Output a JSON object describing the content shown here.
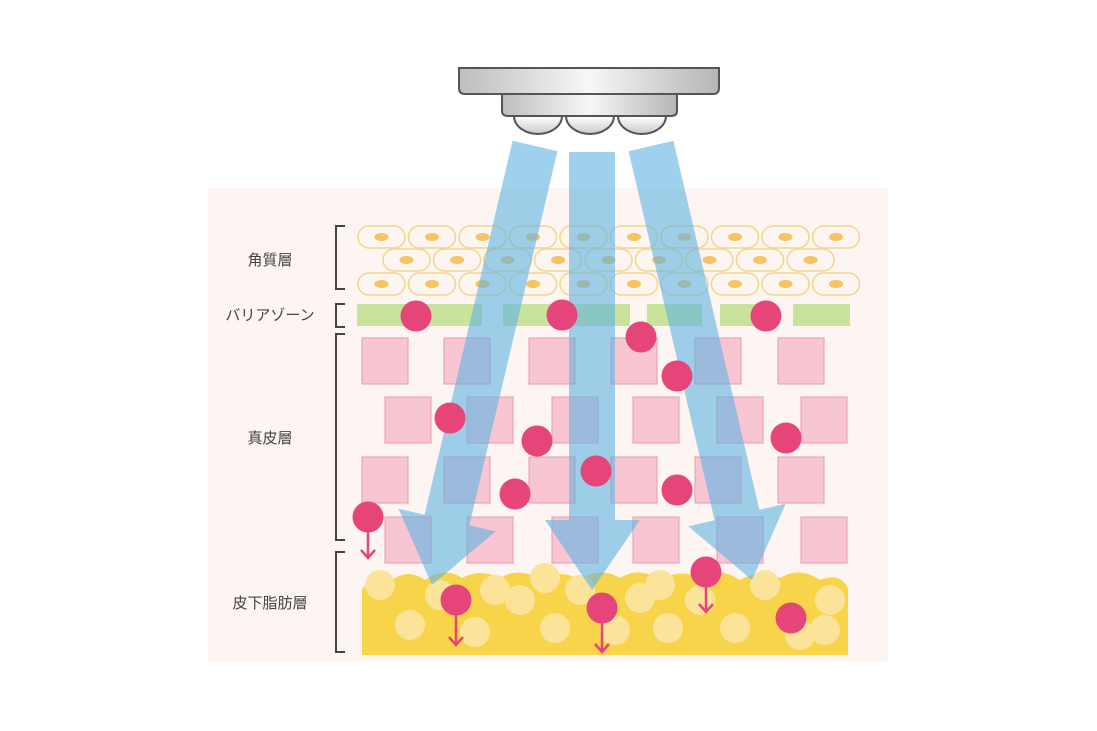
{
  "diagram": {
    "layers": [
      {
        "key": "stratum-corneum",
        "label": "角質層"
      },
      {
        "key": "barrier-zone",
        "label": "バリアゾーン"
      },
      {
        "key": "dermis",
        "label": "真皮層"
      },
      {
        "key": "subcutaneous-fat",
        "label": "皮下脂肪層"
      }
    ],
    "colors": {
      "background": "#fdf5f1",
      "beam": "#5fb3e3",
      "cell_stroke": "#f3d58c",
      "cell_nucleus": "#f6c460",
      "barrier": "#c9e39c",
      "dermis_square": "#f7c6d2",
      "fat": "#f8d44a",
      "particle": "#e6457a"
    }
  }
}
